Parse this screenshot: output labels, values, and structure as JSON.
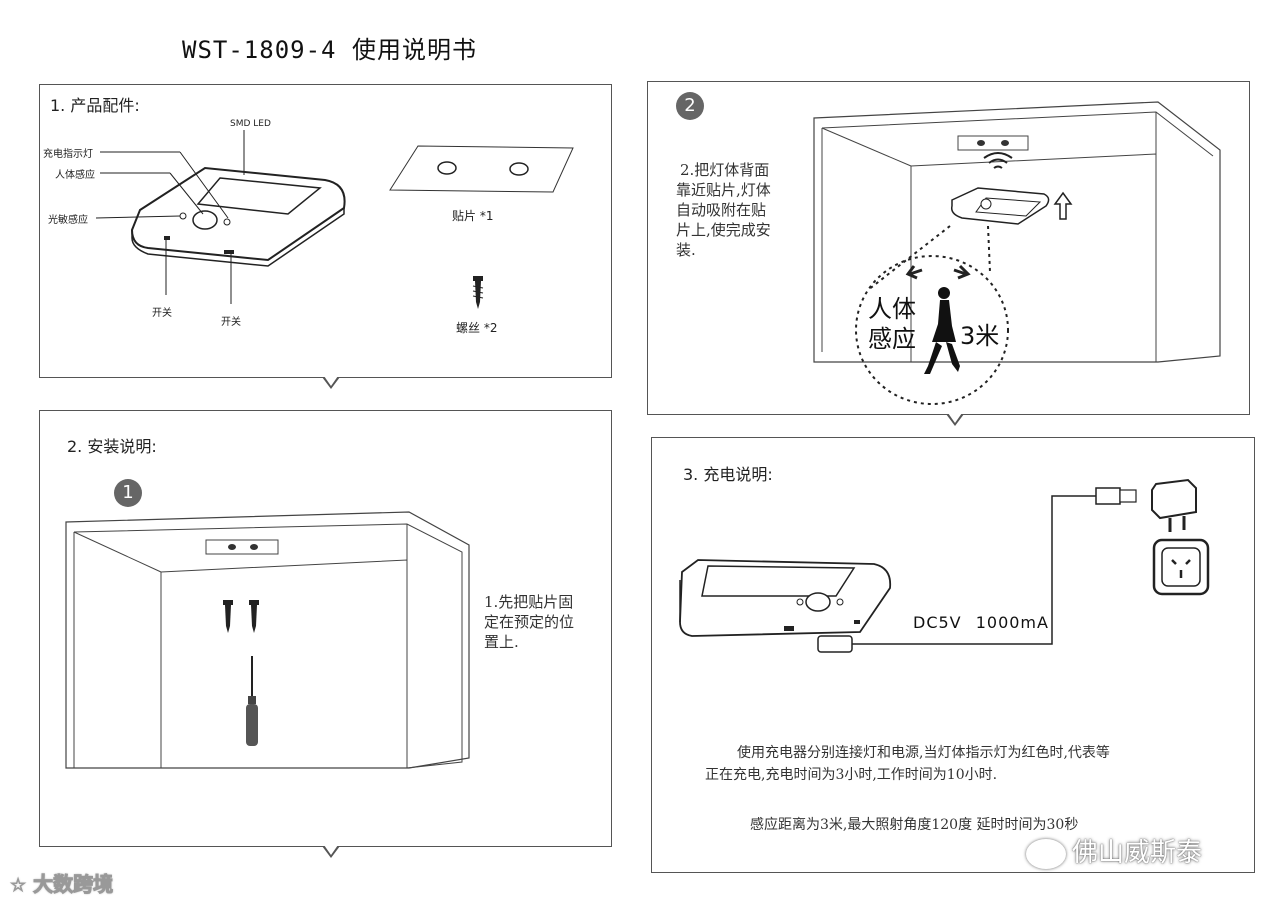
{
  "title": "WST-1809-4 使用说明书",
  "section1": {
    "heading": "1. 产品配件:",
    "labels": {
      "charge_indicator": "充电指示灯",
      "body_sensor": "人体感应",
      "light_sensor": "光敏感应",
      "smd_led": "SMD LED",
      "switch_left": "开关",
      "switch_right": "开关"
    },
    "sticker": "贴片 *1",
    "screw": "螺丝 *2"
  },
  "section2": {
    "heading": "2. 安装说明:",
    "step1_number": "1",
    "step1_text": [
      "1.先把贴片固",
      "定在预定的位",
      "置上."
    ],
    "step2_number": "2",
    "step2_text": [
      "2.把灯体背面",
      "靠近贴片,灯体",
      "自动吸附在贴",
      "片上,使完成安",
      "装."
    ],
    "sensor_label_line1": "人体",
    "sensor_label_line2": "感应",
    "range": "3米"
  },
  "section3": {
    "heading": "3. 充电说明:",
    "power_spec": "DC5V 1000mA",
    "para1_line1": "使用充电器分别连接灯和电源,当灯体指示灯为红色时,代表等",
    "para1_line2": "正在充电,充电时间为3小时,工作时间为10小时.",
    "para2": "感应距离为3米,最大照射角度120度 延时时间为30秒"
  },
  "watermark_left": "大数跨境",
  "watermark_right": "佛山威斯泰"
}
